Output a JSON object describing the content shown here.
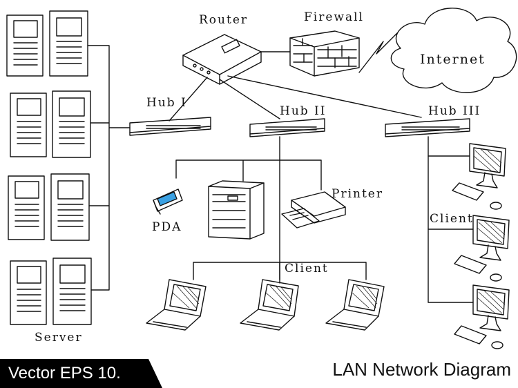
{
  "labels": {
    "router": "Router",
    "firewall": "Firewall",
    "internet": "Internet",
    "hub1": "Hub I",
    "hub2": "Hub II",
    "hub3": "Hub III",
    "printer": "Printer",
    "pda": "PDA",
    "client_laptops": "Client",
    "client_desktops": "Client",
    "server": "Server"
  },
  "footer": {
    "badge": "Vector EPS 10.",
    "title": "LAN Network Diagram"
  }
}
